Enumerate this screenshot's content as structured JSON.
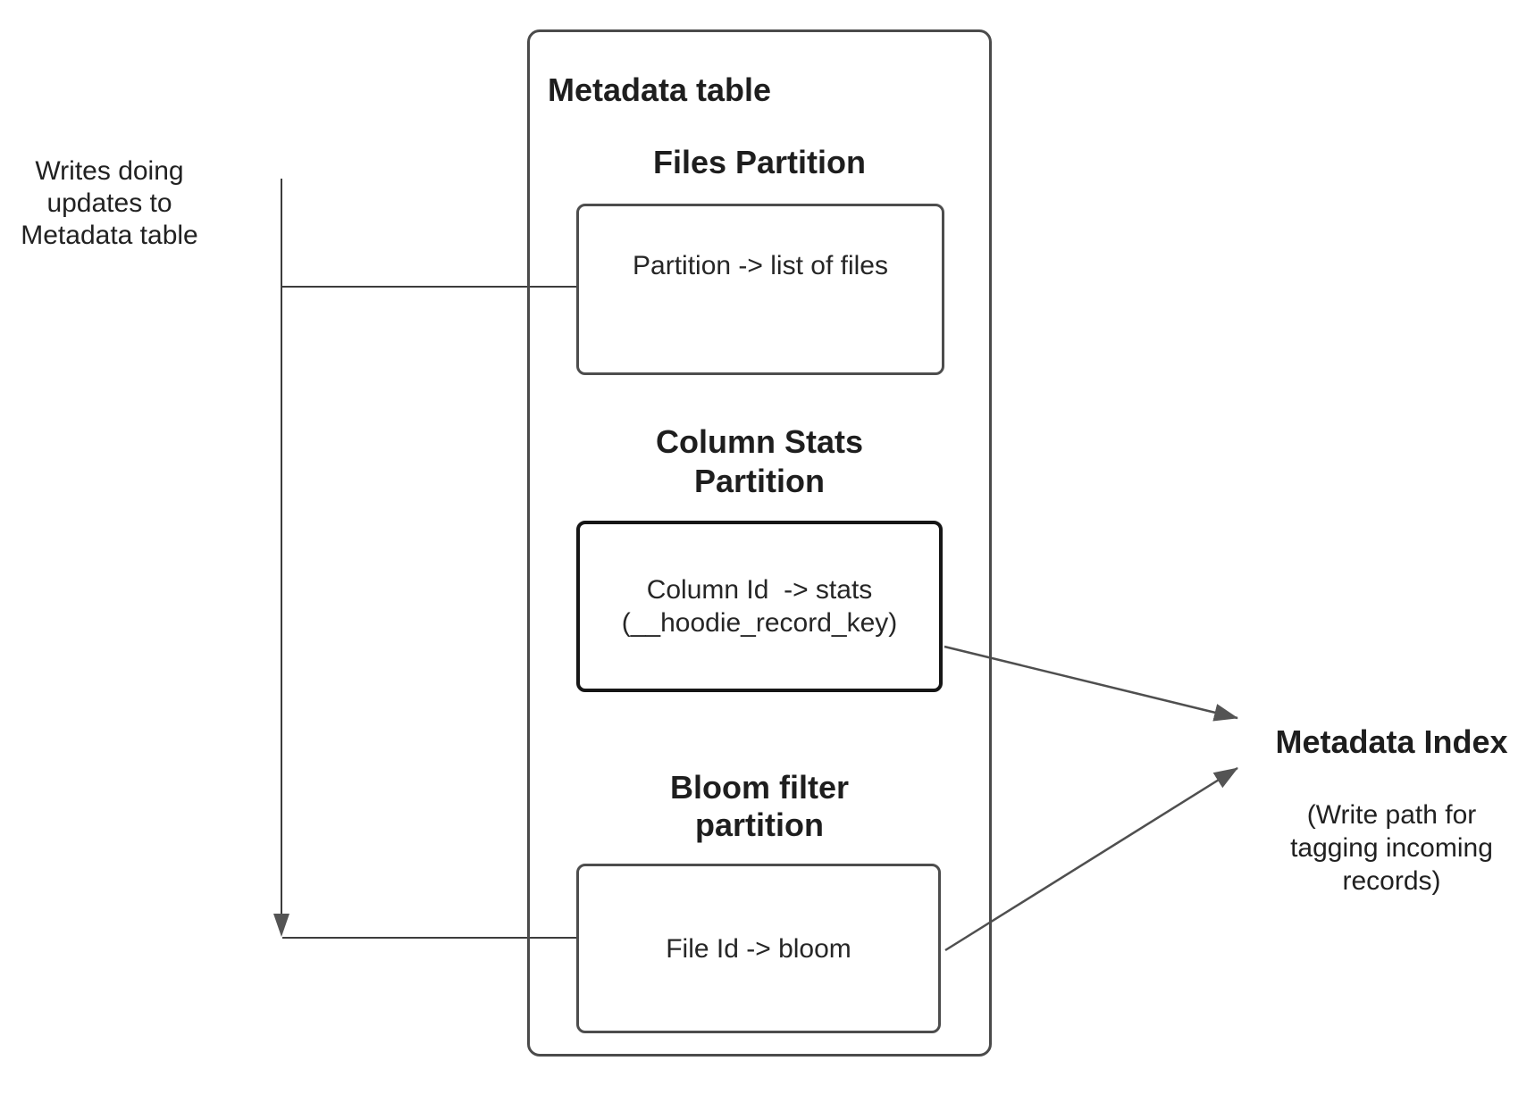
{
  "left_note": "Writes doing\nupdates to\nMetadata table",
  "metadata_table": {
    "title": "Metadata table",
    "sections": [
      {
        "heading": "Files Partition",
        "box_text": "Partition -> list of files"
      },
      {
        "heading": "Column Stats\nPartition",
        "box_text": "Column Id  -> stats\n(__hoodie_record_key)"
      },
      {
        "heading": "Bloom filter\npartition",
        "box_text": "File Id -> bloom"
      }
    ]
  },
  "metadata_index": {
    "title": "Metadata Index",
    "subtitle": "(Write path for\ntagging incoming\nrecords)"
  },
  "colors": {
    "box_border": "#4d4d4d",
    "emphasis_border": "#161616",
    "connector": "#3c3c3c",
    "arrowhead": "#545454",
    "text": "#212121"
  }
}
